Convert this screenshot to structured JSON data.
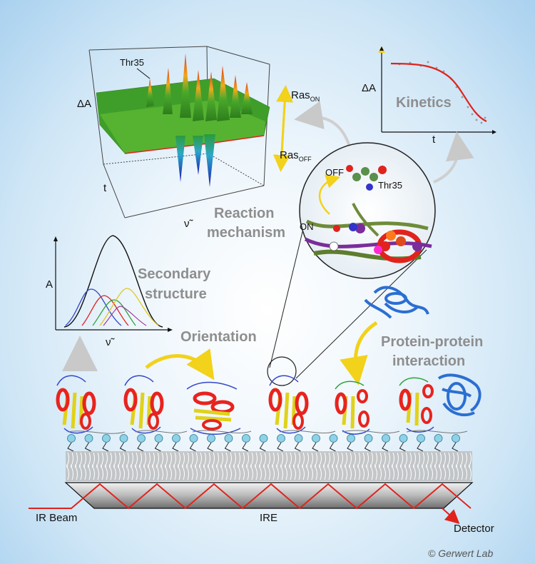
{
  "panels": {
    "reaction": {
      "title_line1": "Reaction",
      "title_line2": "mechanism",
      "y_label": "ΔA",
      "t_label": "t",
      "nu_label": "ν̃",
      "peak_label": "Thr35",
      "ras_on": "Ras",
      "ras_on_sub": "ON",
      "ras_off": "Ras",
      "ras_off_sub": "OFF"
    },
    "kinetics": {
      "title": "Kinetics",
      "y_label": "ΔA",
      "x_label": "t"
    },
    "zoom": {
      "off_label": "OFF",
      "on_label": "ON",
      "residue_label": "Thr35"
    },
    "secondary": {
      "title_line1": "Secondary",
      "title_line2": "structure",
      "y_label": "A",
      "x_label": "ν̃"
    },
    "orientation": {
      "title": "Orientation"
    },
    "ppi": {
      "title_line1": "Protein-protein",
      "title_line2": "interaction"
    },
    "bottom": {
      "ir_beam": "IR Beam",
      "ire": "IRE",
      "detector": "Detector",
      "credit": "© Gerwert Lab"
    }
  },
  "colors": {
    "helix": "#e8231e",
    "sheet": "#e8d21a",
    "loop_blue": "#3346c9",
    "partner": "#2b6fd1",
    "beam": "#e0231c",
    "arrow_yellow": "#f2d21a",
    "title_gray": "#8e8e8e"
  }
}
